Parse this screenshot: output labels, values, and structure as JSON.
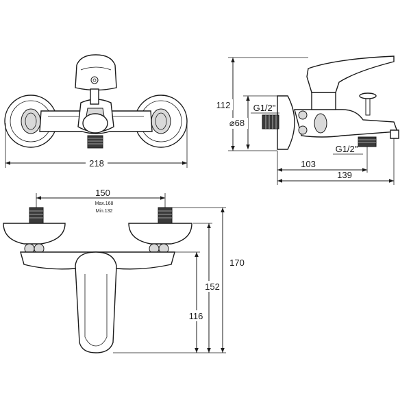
{
  "front_view": {
    "width_label": "218"
  },
  "side_view": {
    "height_label": "112",
    "diameter_label": "⌀68",
    "thread_top_label": "G1/2\"",
    "thread_bottom_label": "G1/2\"",
    "depth_inner_label": "103",
    "depth_outer_label": "139"
  },
  "bottom_view": {
    "centers_label": "150",
    "centers_max_label": "Max.168",
    "centers_min_label": "Min.132",
    "height_total_label": "170",
    "height_mid_label": "152",
    "height_low_label": "116"
  }
}
